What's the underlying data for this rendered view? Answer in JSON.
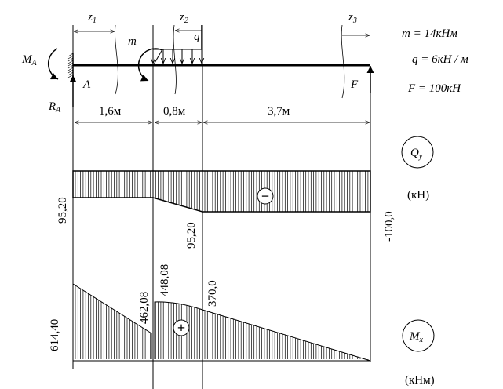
{
  "loads": {
    "z1": "z",
    "z1_sub": "1",
    "z2": "z",
    "z2_sub": "2",
    "z3": "z",
    "z3_sub": "3",
    "m": "m",
    "q": "q",
    "F": "F",
    "MA": "M",
    "MA_sub": "A",
    "RA": "R",
    "RA_sub": "A",
    "A": "A"
  },
  "dimensions": [
    "1,6м",
    "0,8м",
    "3,7м"
  ],
  "given": {
    "m": "m = 14кНм",
    "q": "q = 6кН / м",
    "F": "F = 100кН"
  },
  "shear": {
    "symbol": "Q",
    "symbol_sub": "y",
    "unit": "(кН)",
    "labels": [
      "95,20",
      "95,20",
      "-100,0"
    ],
    "sign": "−",
    "values": [
      -95.2,
      -95.2,
      -100.0,
      -100.0
    ]
  },
  "moment": {
    "symbol": "M",
    "symbol_sub": "x",
    "unit": "(кНм)",
    "labels": [
      "614,40",
      "462,08",
      "448,08",
      "370,0"
    ],
    "sign": "+",
    "values": [
      614.4,
      462.08,
      448.08,
      370.0,
      0
    ]
  }
}
